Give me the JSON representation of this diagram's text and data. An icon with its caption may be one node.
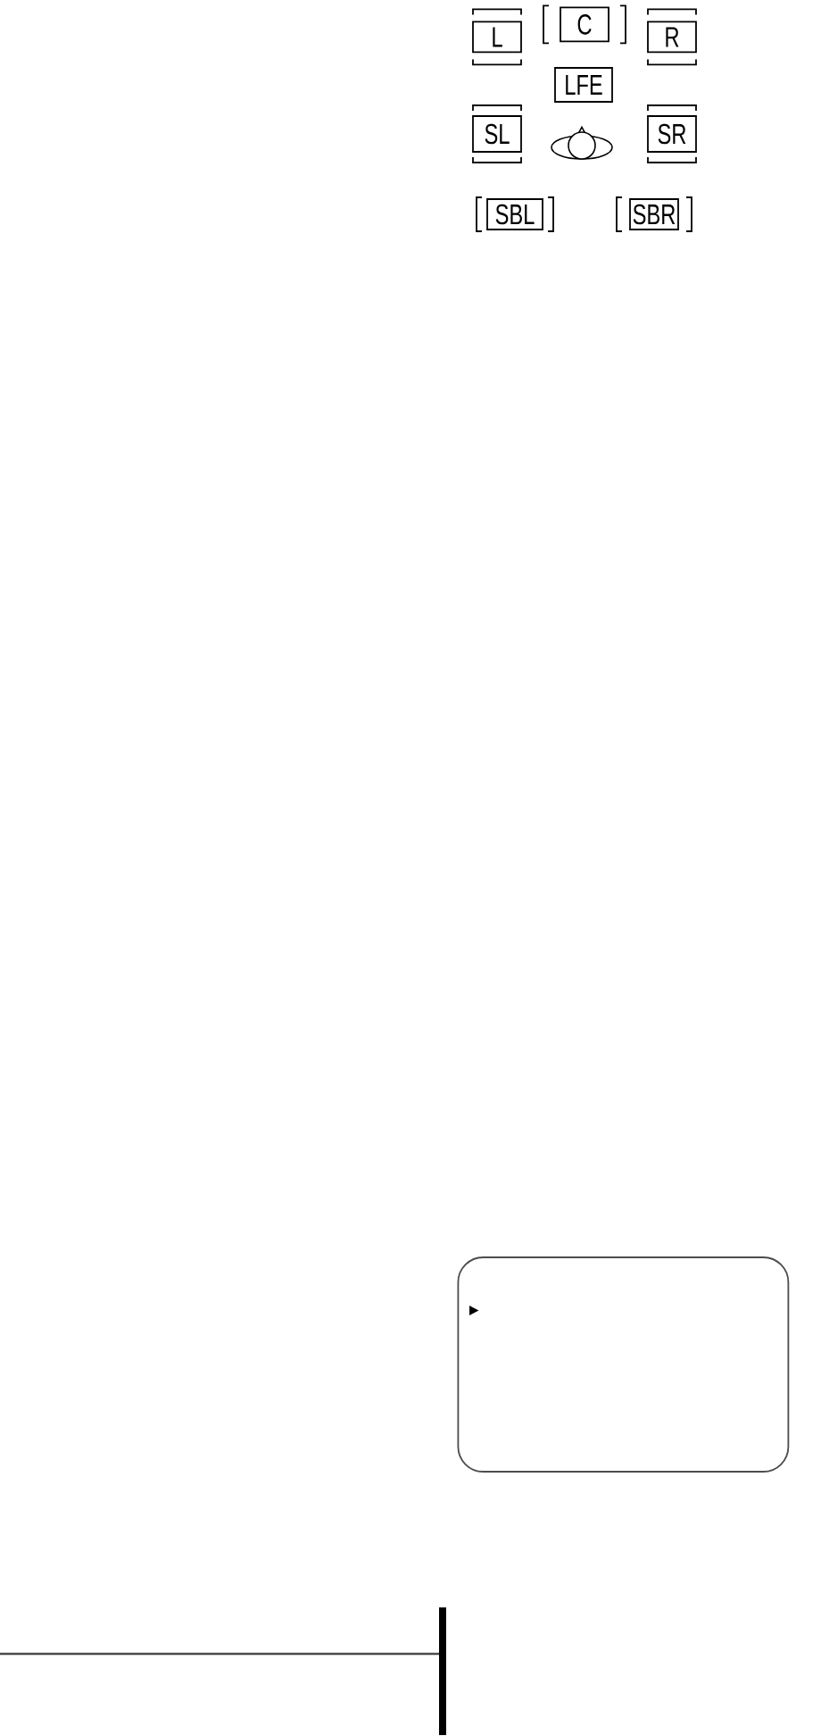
{
  "diagram": {
    "nodes": [
      {
        "text": [
          "L"
        ]
      },
      {
        "text": [
          "C"
        ]
      },
      {
        "text": [
          "R"
        ]
      },
      {
        "text": [
          "LFE"
        ]
      },
      {
        "text": [
          "SL"
        ]
      },
      {
        "text": [
          "SR"
        ]
      },
      {
        "text": [
          "SBL"
        ]
      },
      {
        "text": [
          "SBR"
        ]
      }
    ]
  }
}
